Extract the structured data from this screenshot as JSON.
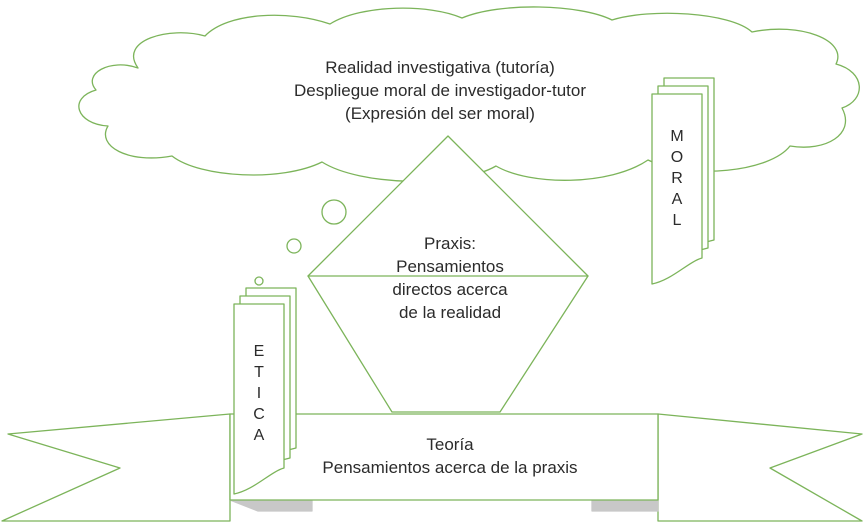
{
  "colors": {
    "stroke": "#7cb45a",
    "text": "#2b2b2b",
    "ribbon_shadow": "#c8c8c8"
  },
  "cloud": {
    "line1": "Realidad investigativa (tutoría)",
    "line2": "Despliegue moral de investigador-tutor",
    "line3": "(Expresión del ser moral)"
  },
  "praxis": {
    "line1": "Praxis:",
    "line2": "Pensamientos",
    "line3": "directos acerca",
    "line4": "de la realidad"
  },
  "teoria": {
    "line1": "Teoría",
    "line2": "Pensamientos acerca de la praxis"
  },
  "moral": {
    "letters": [
      "M",
      "O",
      "R",
      "A",
      "L"
    ]
  },
  "etica": {
    "letters": [
      "E",
      "T",
      "I",
      "C",
      "A"
    ]
  }
}
